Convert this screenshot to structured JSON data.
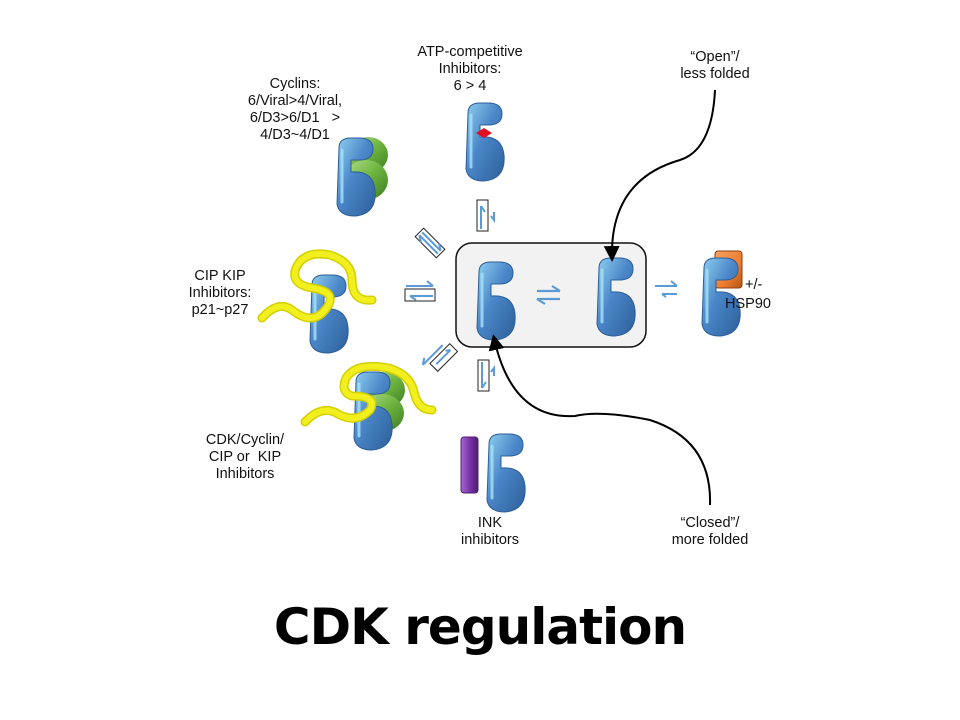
{
  "title": "CDK regulation",
  "labels": {
    "cyclins": "Cyclins:\n6/Viral>4/Viral,\n6/D3>6/D1   >\n4/D3~4/D1",
    "atp_inhibitors": "ATP-competitive\nInhibitors:\n6 > 4",
    "open": "“Open”/\nless folded",
    "cip_kip": "CIP KIP\nInhibitors:\np21~p27",
    "hsp90_sign": "+/-",
    "hsp90": "HSP90",
    "cdk_cyclin_cip": "CDK/Cyclin/\nCIP or  KIP\nInhibitors",
    "ink": "INK\ninhibitors",
    "closed": "“Closed”/\nmore folded"
  },
  "colors": {
    "cdk_blue": "#4a86c8",
    "cdk_light": "#8fd0f0",
    "cyclin_green": "#7dc04a",
    "cip_yellow": "#f2ef1f",
    "ink_purple": "#7a35a8",
    "hsp90_orange": "#ee7d2e",
    "atp_red": "#e01020",
    "arrow_blue": "#5b9bd5",
    "box_fill": "#f2f2f2"
  }
}
